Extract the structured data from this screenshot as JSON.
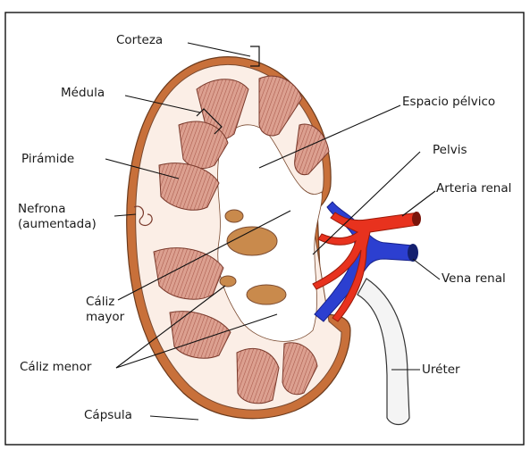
{
  "labels": {
    "corteza": "Corteza",
    "medula": "Médula",
    "espacio_pelvico": "Espacio pélvico",
    "piramide": "Pirámide",
    "pelvis": "Pelvis",
    "arteria_renal": "Arteria renal",
    "nefrona_line1": "Nefrona",
    "nefrona_line2": "(aumentada)",
    "vena_renal": "Vena renal",
    "caliz_mayor_line1": "Cáliz",
    "caliz_mayor_line2": "mayor",
    "caliz_menor": "Cáliz menor",
    "ureter": "Uréter",
    "capsula": "Cápsula"
  },
  "colors": {
    "cortex": "#fbeee6",
    "pyramid": "#d99a8a",
    "pyramid_stripe": "#a8584a",
    "capsule": "#c8703a",
    "artery": "#e8321e",
    "vein": "#2c3fd0",
    "calyx": "#c98a4c",
    "ureter": "#f4f4f4",
    "frame": "#111111"
  }
}
